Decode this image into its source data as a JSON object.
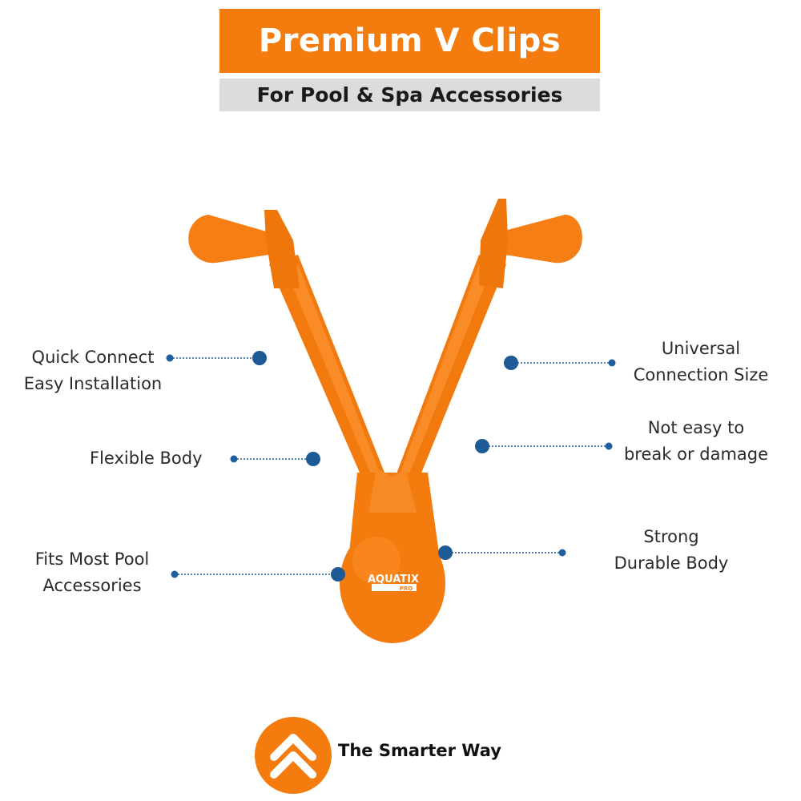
{
  "header": {
    "title": "Premium V Clips",
    "subtitle": "For Pool & Spa Accessories"
  },
  "product": {
    "brand_logo_text": "AQUATIX",
    "brand_logo_subtext": "PRO"
  },
  "callouts": {
    "quick_connect": [
      "Quick Connect",
      "Easy Installation"
    ],
    "flexible": [
      "Flexible Body"
    ],
    "fits_most": [
      "Fits Most Pool",
      "Accessories"
    ],
    "universal": [
      "Universal",
      "Connection Size"
    ],
    "not_easy": [
      "Not easy to",
      "break or damage"
    ],
    "strong": [
      "Strong",
      "Durable Body"
    ]
  },
  "footer": {
    "tagline": "The Smarter Way"
  },
  "colors": {
    "accent_orange": "#f47c0f",
    "subtitle_gray": "#dcdcdc",
    "callout_blue": "#1f5f9e"
  }
}
